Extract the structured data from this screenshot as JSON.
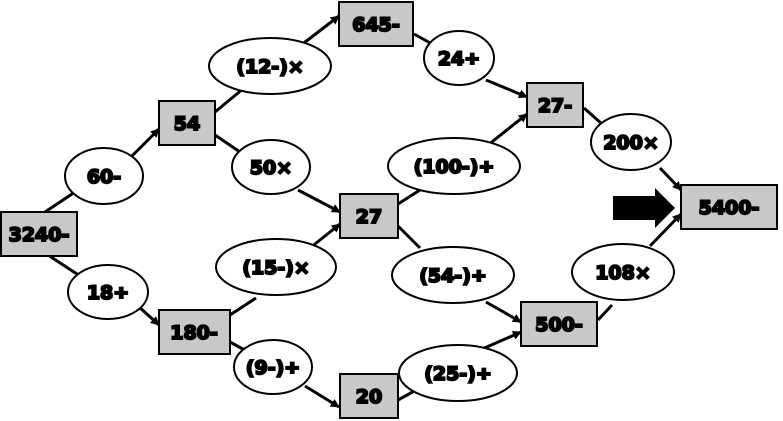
{
  "colors": {
    "box_fill": "#c8c8c8",
    "stroke": "#000000",
    "ellipse_fill": "#ffffff"
  },
  "nodes": {
    "n3240": "3240-",
    "n54": "54",
    "n645": "645-",
    "n27a": "27-",
    "n27b": "27",
    "n180": "180-",
    "n20": "20",
    "n500": "500-",
    "n5400": "5400-"
  },
  "operations": {
    "op60": "60-",
    "op18": "18÷",
    "op12": "(12-)×",
    "op50": "50×",
    "op24": "24÷",
    "op100": "(100-)÷",
    "op200": "200×",
    "op15": "(15-)×",
    "op9": "(9-)÷",
    "op54": "(54-)÷",
    "op25": "(25-)÷",
    "op108": "108×"
  },
  "icons": {
    "pointer": "right-arrow-icon"
  }
}
